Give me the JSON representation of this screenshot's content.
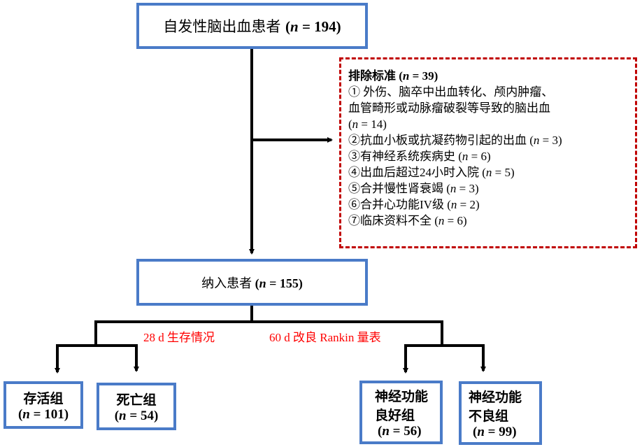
{
  "top_box": {
    "label": "自发性脑出血患者",
    "n_prefix": "n",
    "n_value": "194"
  },
  "exclusion": {
    "title": "排除标准",
    "n_value": "39",
    "items": [
      {
        "text": "① 外伤、脑卒中出血转化、颅内肿瘤、",
        "cont": "血管畸形或动脉瘤破裂等导致的脑出血",
        "n": "14"
      },
      {
        "text": "②抗血小板或抗凝药物引起的出血",
        "n": "3"
      },
      {
        "text": "③有神经系统疾病史",
        "n": "6"
      },
      {
        "text": "④出血后超过24小时入院",
        "n": "5"
      },
      {
        "text": "⑤合并慢性肾衰竭",
        "n": "3"
      },
      {
        "text": "⑥合并心功能IV级",
        "n": "2"
      },
      {
        "text": "⑦临床资料不全",
        "n": "6"
      }
    ]
  },
  "included_box": {
    "label": "纳入患者",
    "n_value": "155"
  },
  "branch_labels": {
    "left": "28 d 生存情况",
    "right": "60 d 改良 Rankin 量表"
  },
  "groups": [
    {
      "line1": "存活组",
      "line2": "",
      "n_value": "101"
    },
    {
      "line1": "死亡组",
      "line2": "",
      "n_value": "54"
    },
    {
      "line1": "神经功能",
      "line2": "良好组",
      "n_value": "56"
    },
    {
      "line1": "神经功能",
      "line2": "不良组",
      "n_value": "99"
    }
  ],
  "colors": {
    "box_border": "#4a7bc8",
    "exclusion_border": "#c00000",
    "branch_label": "#ff0000"
  }
}
